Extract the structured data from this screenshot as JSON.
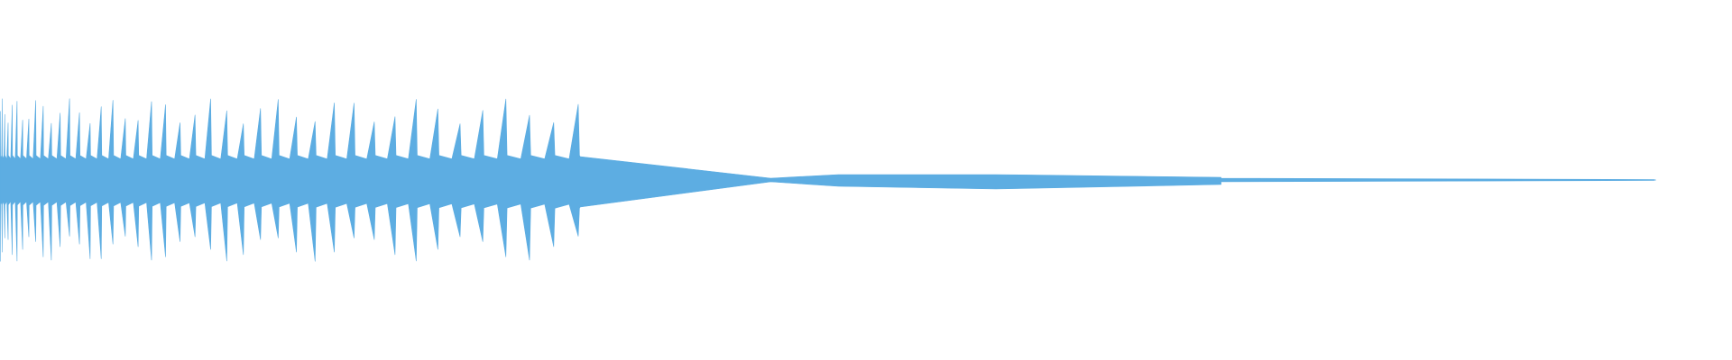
{
  "chart_data": {
    "type": "area",
    "description_free": true,
    "color": "#5DADE2",
    "background": "#FFFFFF",
    "grid": false,
    "legend": "none",
    "x_range": [
      0,
      1
    ],
    "y_range": [
      -1,
      1
    ],
    "series": [
      {
        "values_envelope": {
          "dense_region": {
            "x_start": 0.0,
            "x_end": 0.335,
            "cycles": 42,
            "peak_upper": 0.98,
            "peak_lower": -0.98,
            "body_upper_start": 0.26,
            "body_upper_end": 0.26,
            "body_lower_start": -0.26,
            "body_lower_end": -0.3
          },
          "decay_segments": [
            {
              "x0": 0.335,
              "x1": 0.445,
              "upper0": 0.26,
              "upper1": 0.02,
              "lower0": -0.3,
              "lower1": -0.02
            },
            {
              "x0": 0.445,
              "x1": 0.705,
              "upper0": 0.02,
              "upper_mid": 0.06,
              "upper1": 0.03,
              "lower0": -0.02,
              "lower_mid": -0.1,
              "lower1": -0.05
            },
            {
              "x0": 0.705,
              "x1": 0.955,
              "upper0": 0.02,
              "upper1": 0.005,
              "lower0": -0.02,
              "lower1": -0.005
            }
          ]
        }
      }
    ]
  }
}
